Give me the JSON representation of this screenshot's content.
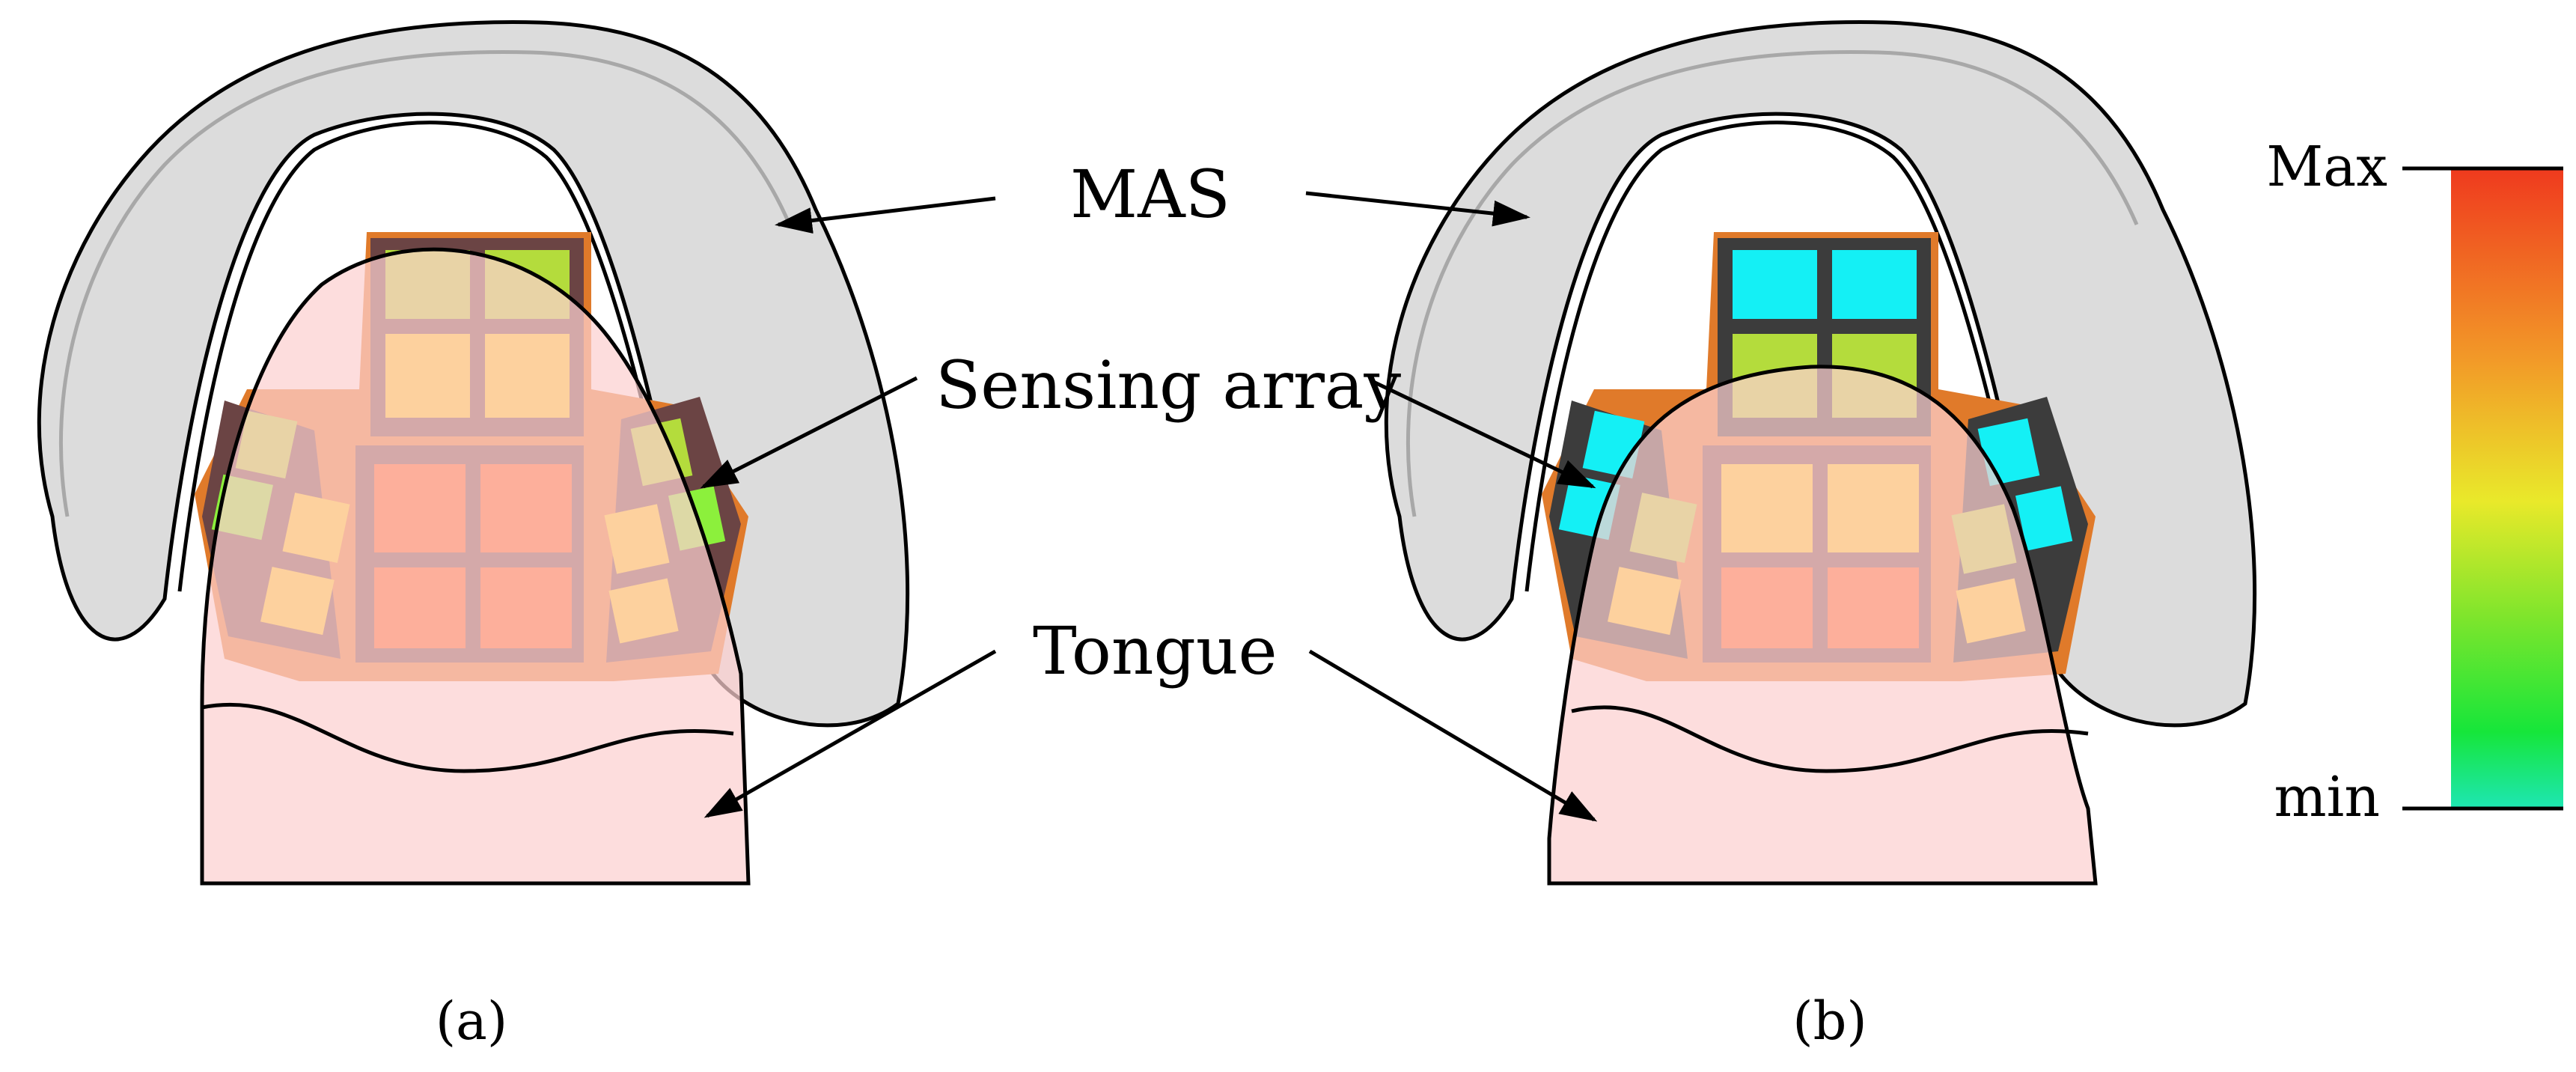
{
  "labels": {
    "mas": "MAS",
    "sensing_array": "Sensing array",
    "tongue": "Tongue"
  },
  "captions": {
    "a": "(a)",
    "b": "(b)"
  },
  "colorbar": {
    "max_label": "Max",
    "min_label": "min",
    "stops": [
      "#ef3a1e",
      "#f29a28",
      "#e9e92a",
      "#7fe52c",
      "#16e63a",
      "#1ee6b4"
    ]
  },
  "palette": {
    "mas_fill": "#dcdcdc",
    "tongue_fill": "#fcd0d0",
    "array_border": "#e07a2a",
    "cell_frame": "#6b4444",
    "dark_frame": "#3c3c3c",
    "red": "#ff5a14",
    "yellow": "#ffd21e",
    "yellow_green": "#b4dc3c",
    "green": "#8cf03c",
    "cyan": "#14f0f5"
  },
  "panels": [
    {
      "caption_key": "a",
      "center_column": [
        "yellow_green",
        "yellow_green",
        "yellow",
        "yellow"
      ],
      "center_lower": [
        "red",
        "red",
        "red",
        "red"
      ],
      "side_left": [
        "yellow_green",
        "green",
        "yellow",
        "yellow"
      ],
      "side_right": [
        "yellow_green",
        "green",
        "yellow",
        "yellow"
      ]
    },
    {
      "caption_key": "b",
      "center_column": [
        "cyan",
        "cyan",
        "yellow_green",
        "yellow_green"
      ],
      "center_lower": [
        "yellow",
        "yellow",
        "red",
        "red"
      ],
      "side_left": [
        "cyan",
        "cyan",
        "yellow_green",
        "yellow"
      ],
      "side_right": [
        "cyan",
        "cyan",
        "yellow_green",
        "yellow"
      ]
    }
  ]
}
